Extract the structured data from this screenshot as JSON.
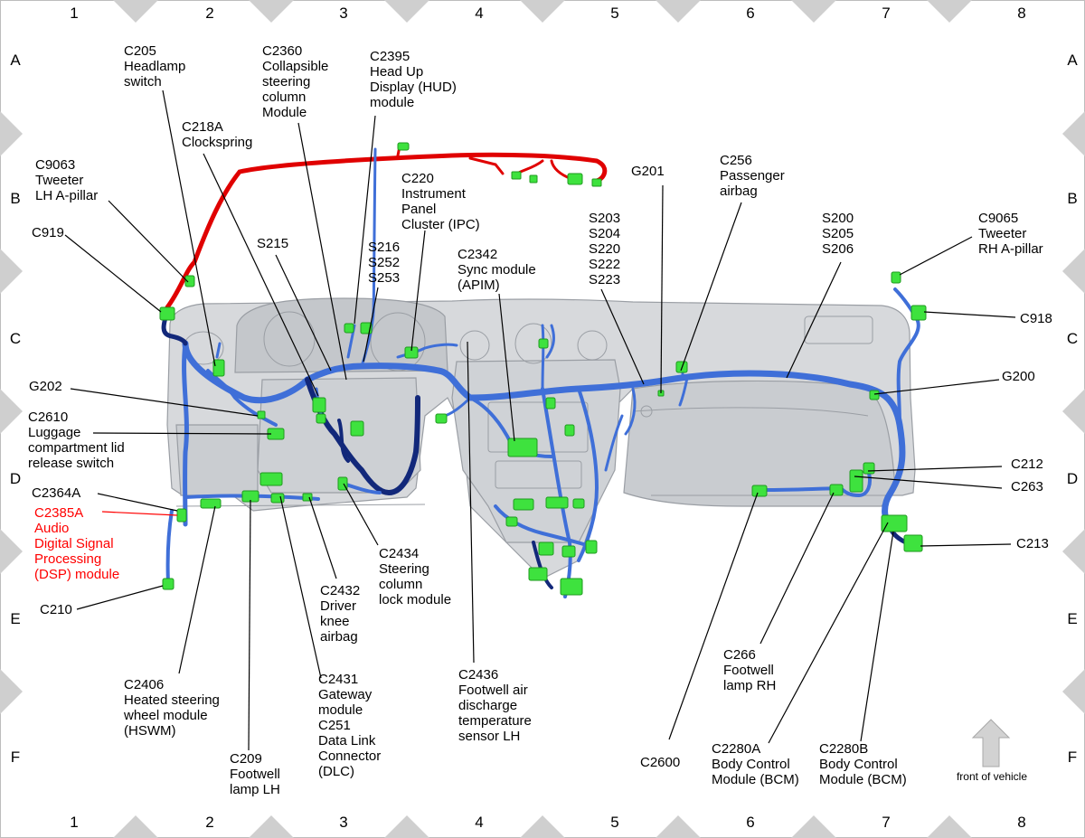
{
  "colors": {
    "harness_blue": "#3f6fd8",
    "harness_dark": "#12287a",
    "harness_red": "#e00000",
    "connector_green": "#3ee23e",
    "connector_dark": "#1e9a1e",
    "dash_gray": "#d7d9dc",
    "dash_line": "#9a9ea4",
    "frame_triangle": "#cfcfcf",
    "leader": "#000000",
    "highlight_text": "#ff0000"
  },
  "grid": {
    "columns": [
      "1",
      "2",
      "3",
      "4",
      "5",
      "6",
      "7",
      "8"
    ],
    "rows": [
      "A",
      "B",
      "C",
      "D",
      "E",
      "F"
    ]
  },
  "front_indicator": {
    "label": "front of vehicle",
    "icon": "arrow-up-icon"
  },
  "labels": [
    {
      "id": "c205",
      "lines": [
        "C205",
        "Headlamp",
        "switch"
      ],
      "highlight": false
    },
    {
      "id": "c2360",
      "lines": [
        "C2360",
        "Collapsible",
        "steering",
        "column",
        "Module"
      ],
      "highlight": false
    },
    {
      "id": "c2395",
      "lines": [
        "C2395",
        "Head Up",
        "Display (HUD)",
        "module"
      ],
      "highlight": false
    },
    {
      "id": "c218a",
      "lines": [
        "C218A",
        "Clockspring"
      ],
      "highlight": false
    },
    {
      "id": "c9063",
      "lines": [
        "C9063",
        "Tweeter",
        "LH A-pillar"
      ],
      "highlight": false
    },
    {
      "id": "c220",
      "lines": [
        "C220",
        "Instrument",
        "Panel",
        "Cluster (IPC)"
      ],
      "highlight": false
    },
    {
      "id": "g201",
      "lines": [
        "G201"
      ],
      "highlight": false
    },
    {
      "id": "c256",
      "lines": [
        "C256",
        "Passenger",
        "airbag"
      ],
      "highlight": false
    },
    {
      "id": "s203",
      "lines": [
        "S203",
        "S204",
        "S220",
        "S222",
        "S223"
      ],
      "highlight": false
    },
    {
      "id": "s200",
      "lines": [
        "S200",
        "S205",
        "S206"
      ],
      "highlight": false
    },
    {
      "id": "c9065",
      "lines": [
        "C9065",
        "Tweeter",
        "RH A-pillar"
      ],
      "highlight": false
    },
    {
      "id": "c919",
      "lines": [
        "C919"
      ],
      "highlight": false
    },
    {
      "id": "s215",
      "lines": [
        "S215"
      ],
      "highlight": false
    },
    {
      "id": "s216",
      "lines": [
        "S216",
        "S252",
        "S253"
      ],
      "highlight": false
    },
    {
      "id": "c2342",
      "lines": [
        "C2342",
        "Sync module",
        "(APIM)"
      ],
      "highlight": false
    },
    {
      "id": "c918",
      "lines": [
        "C918"
      ],
      "highlight": false
    },
    {
      "id": "g202",
      "lines": [
        "G202"
      ],
      "highlight": false
    },
    {
      "id": "g200",
      "lines": [
        "G200"
      ],
      "highlight": false
    },
    {
      "id": "c2610",
      "lines": [
        "C2610",
        "Luggage",
        "compartment lid",
        "release switch"
      ],
      "highlight": false
    },
    {
      "id": "c212",
      "lines": [
        "C212"
      ],
      "highlight": false
    },
    {
      "id": "c263",
      "lines": [
        "C263"
      ],
      "highlight": false
    },
    {
      "id": "c2364a",
      "lines": [
        "C2364A"
      ],
      "highlight": false
    },
    {
      "id": "c2385a",
      "lines": [
        "C2385A",
        "Audio",
        "Digital Signal",
        "Processing",
        "(DSP) module"
      ],
      "highlight": true
    },
    {
      "id": "c213",
      "lines": [
        "C213"
      ],
      "highlight": false
    },
    {
      "id": "c2434",
      "lines": [
        "C2434",
        "Steering",
        "column",
        "lock module"
      ],
      "highlight": false
    },
    {
      "id": "c210",
      "lines": [
        "C210"
      ],
      "highlight": false
    },
    {
      "id": "c2432",
      "lines": [
        "C2432",
        "Driver",
        "knee",
        "airbag"
      ],
      "highlight": false
    },
    {
      "id": "c266",
      "lines": [
        "C266",
        "Footwell",
        "lamp RH"
      ],
      "highlight": false
    },
    {
      "id": "c2406",
      "lines": [
        "C2406",
        "Heated steering",
        "wheel module",
        "(HSWM)"
      ],
      "highlight": false
    },
    {
      "id": "c2431",
      "lines": [
        "C2431",
        "Gateway",
        "module",
        "C251",
        "Data Link",
        "Connector",
        "(DLC)"
      ],
      "highlight": false
    },
    {
      "id": "c2436",
      "lines": [
        "C2436",
        "Footwell air",
        "discharge",
        "temperature",
        "sensor LH"
      ],
      "highlight": false
    },
    {
      "id": "c209",
      "lines": [
        "C209",
        "Footwell",
        "lamp LH"
      ],
      "highlight": false
    },
    {
      "id": "c2600",
      "lines": [
        "C2600"
      ],
      "highlight": false
    },
    {
      "id": "c2280a",
      "lines": [
        "C2280A",
        "Body Control",
        "Module (BCM)"
      ],
      "highlight": false
    },
    {
      "id": "c2280b",
      "lines": [
        "C2280B",
        "Body Control",
        "Module (BCM)"
      ],
      "highlight": false
    }
  ]
}
